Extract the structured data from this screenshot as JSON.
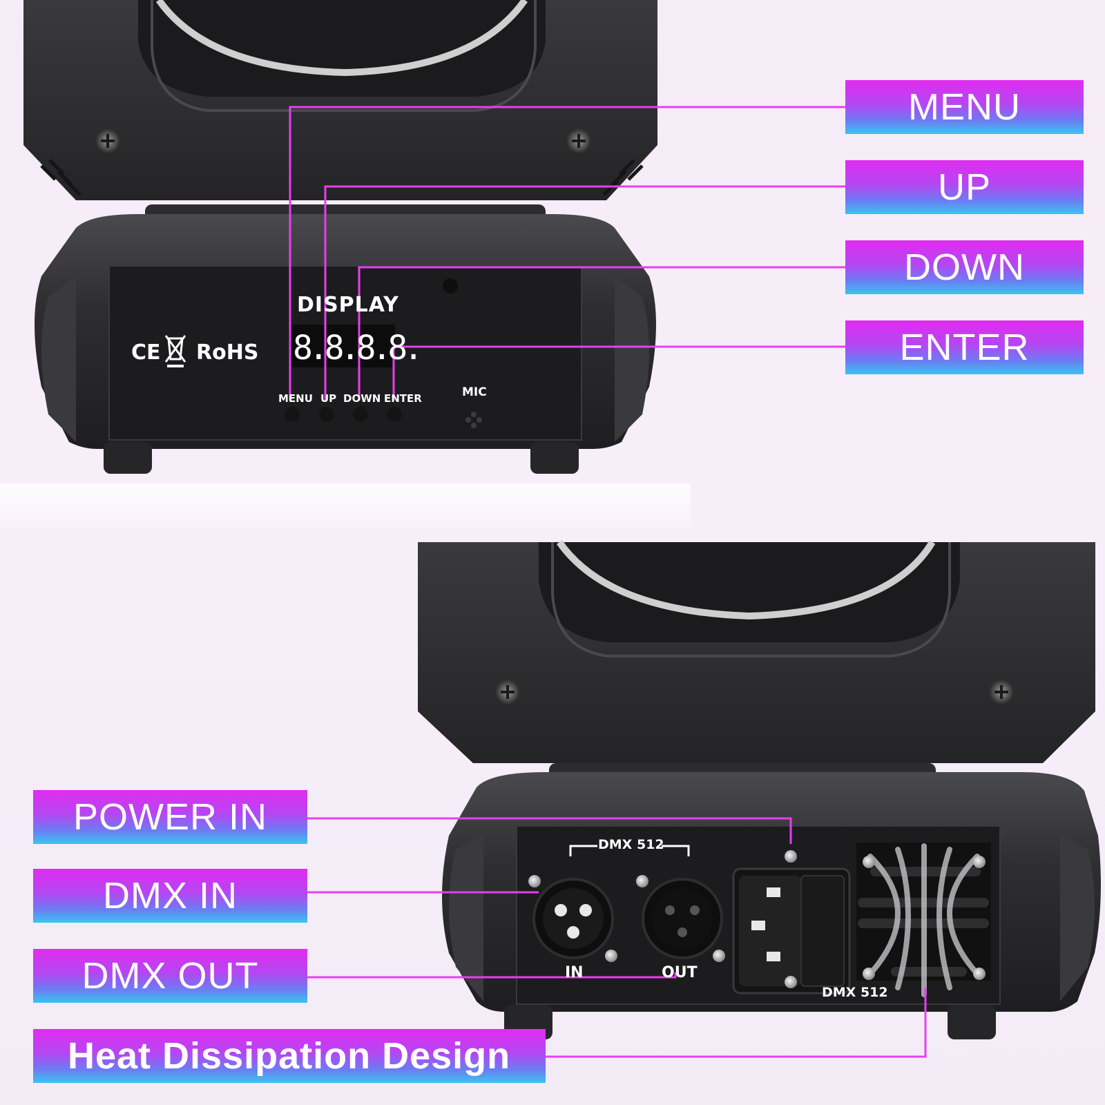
{
  "top_unit": {
    "display_label": "DISPLAY",
    "display_digits": "8.8.8.8.",
    "cert_ce": "CE",
    "cert_rohs": "RoHS",
    "buttons": [
      "MENU",
      "UP",
      "DOWN",
      "ENTER"
    ],
    "mic_label": "MIC"
  },
  "bottom_unit": {
    "dmx_header": "DMX 512",
    "in_label": "IN",
    "out_label": "OUT",
    "dmx_footer": "DMX 512"
  },
  "callouts_right": [
    "MENU",
    "UP",
    "DOWN",
    "ENTER"
  ],
  "callouts_left": [
    "POWER IN",
    "DMX IN",
    "DMX OUT",
    "Heat Dissipation Design"
  ],
  "colors": {
    "callout_gradient_top": "#e12cf0",
    "callout_gradient_bottom": "#39c5f0",
    "leader_line": "#e83ef0",
    "housing": "#2a2a2c",
    "background": "#f5ecf8"
  }
}
